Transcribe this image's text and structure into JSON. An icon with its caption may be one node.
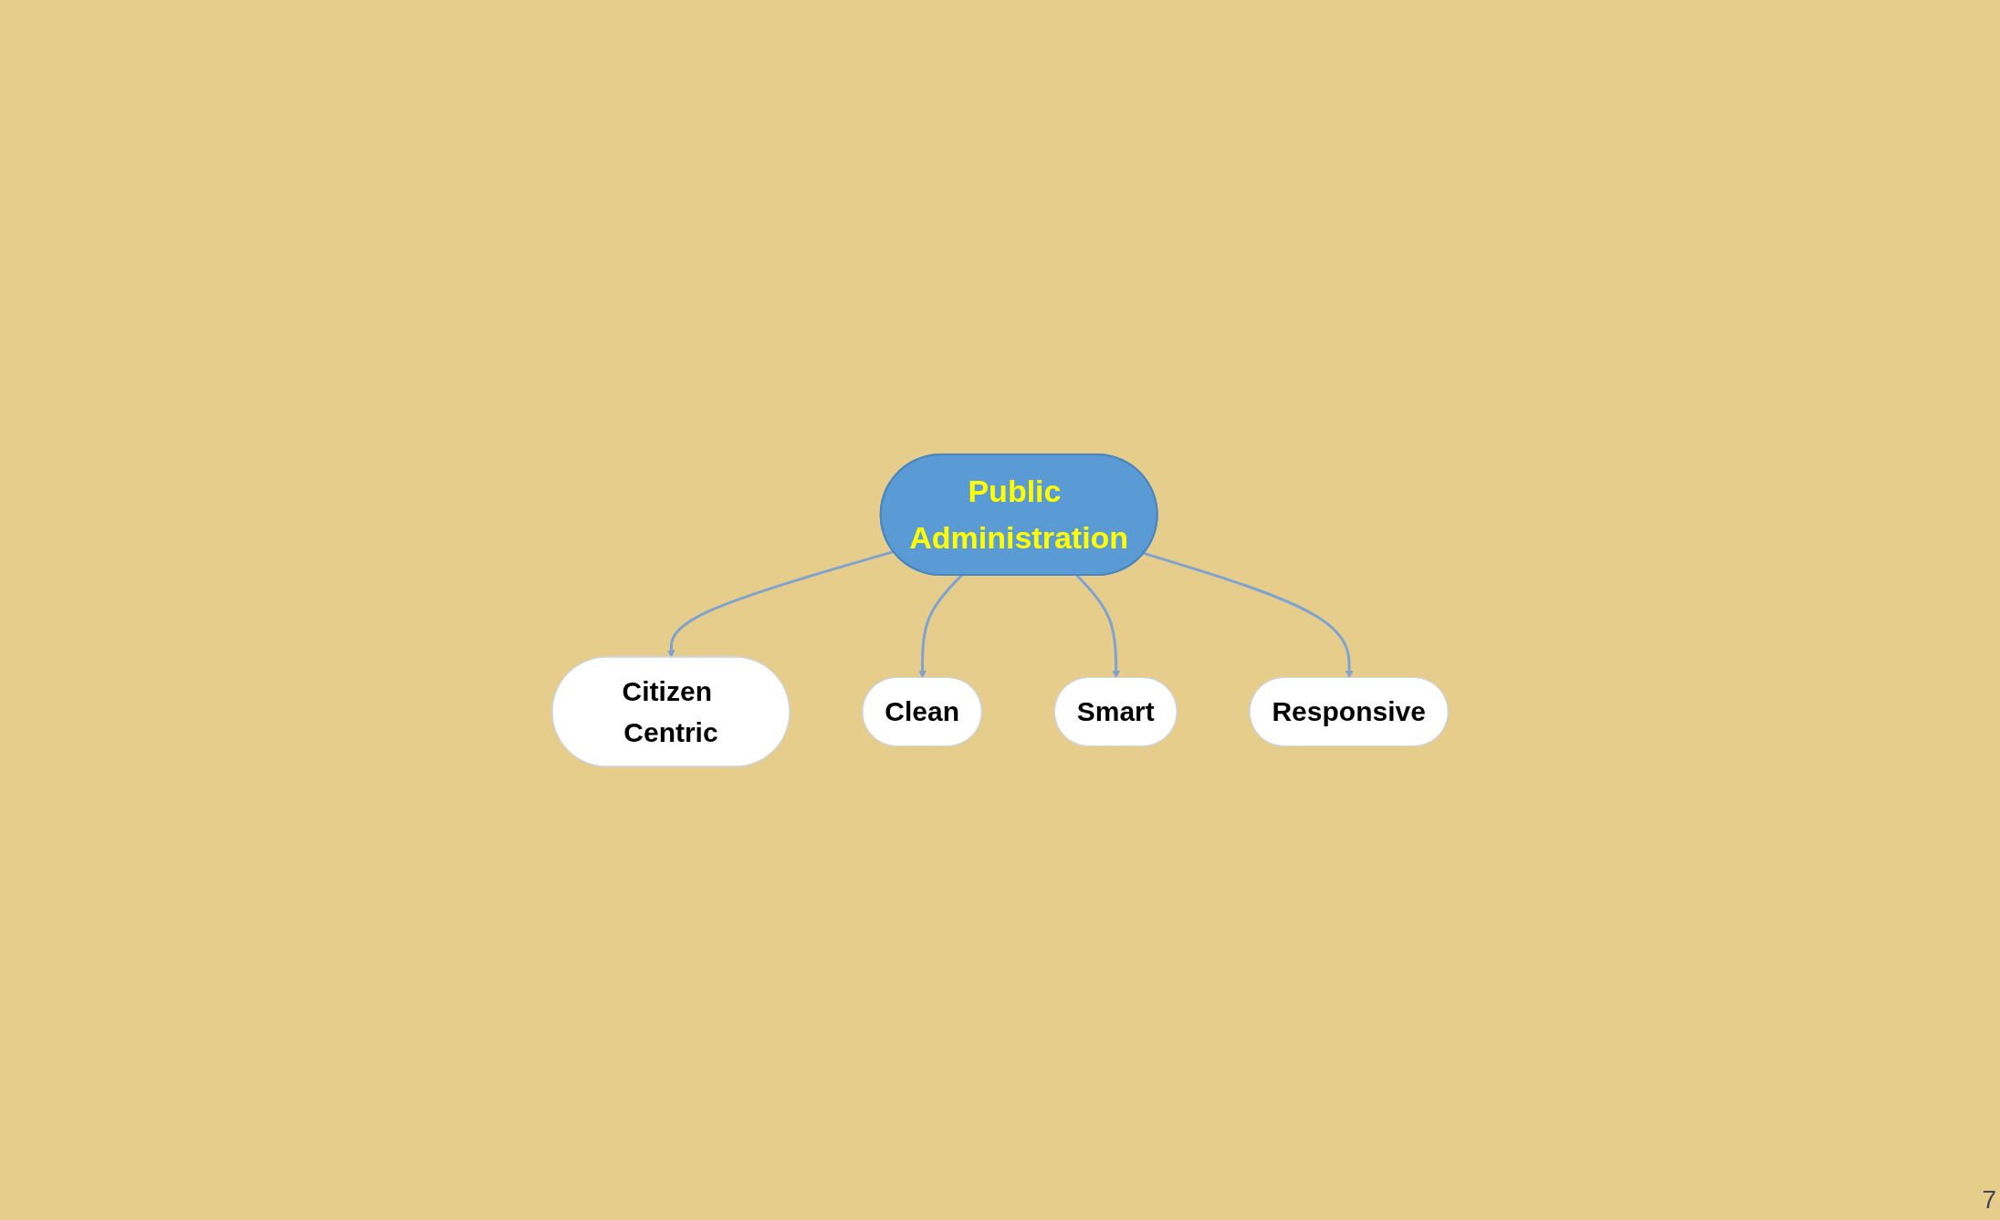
{
  "diagram": {
    "nodes": [
      {
        "text": [
          "Citizen Centric"
        ]
      },
      {
        "text": [
          "Clean"
        ]
      },
      {
        "text": [
          "Public Administration"
        ]
      },
      {
        "text": [
          "Smart"
        ]
      },
      {
        "text": [
          "Responsive"
        ]
      }
    ],
    "edges": [
      {
        "from": 2,
        "to": 0,
        "arrow": "to"
      },
      {
        "from": 2,
        "to": 1,
        "arrow": "to"
      },
      {
        "from": 2,
        "to": 3,
        "arrow": "to"
      },
      {
        "from": 2,
        "to": 4,
        "arrow": "to"
      }
    ],
    "labels": [
      "7"
    ]
  }
}
